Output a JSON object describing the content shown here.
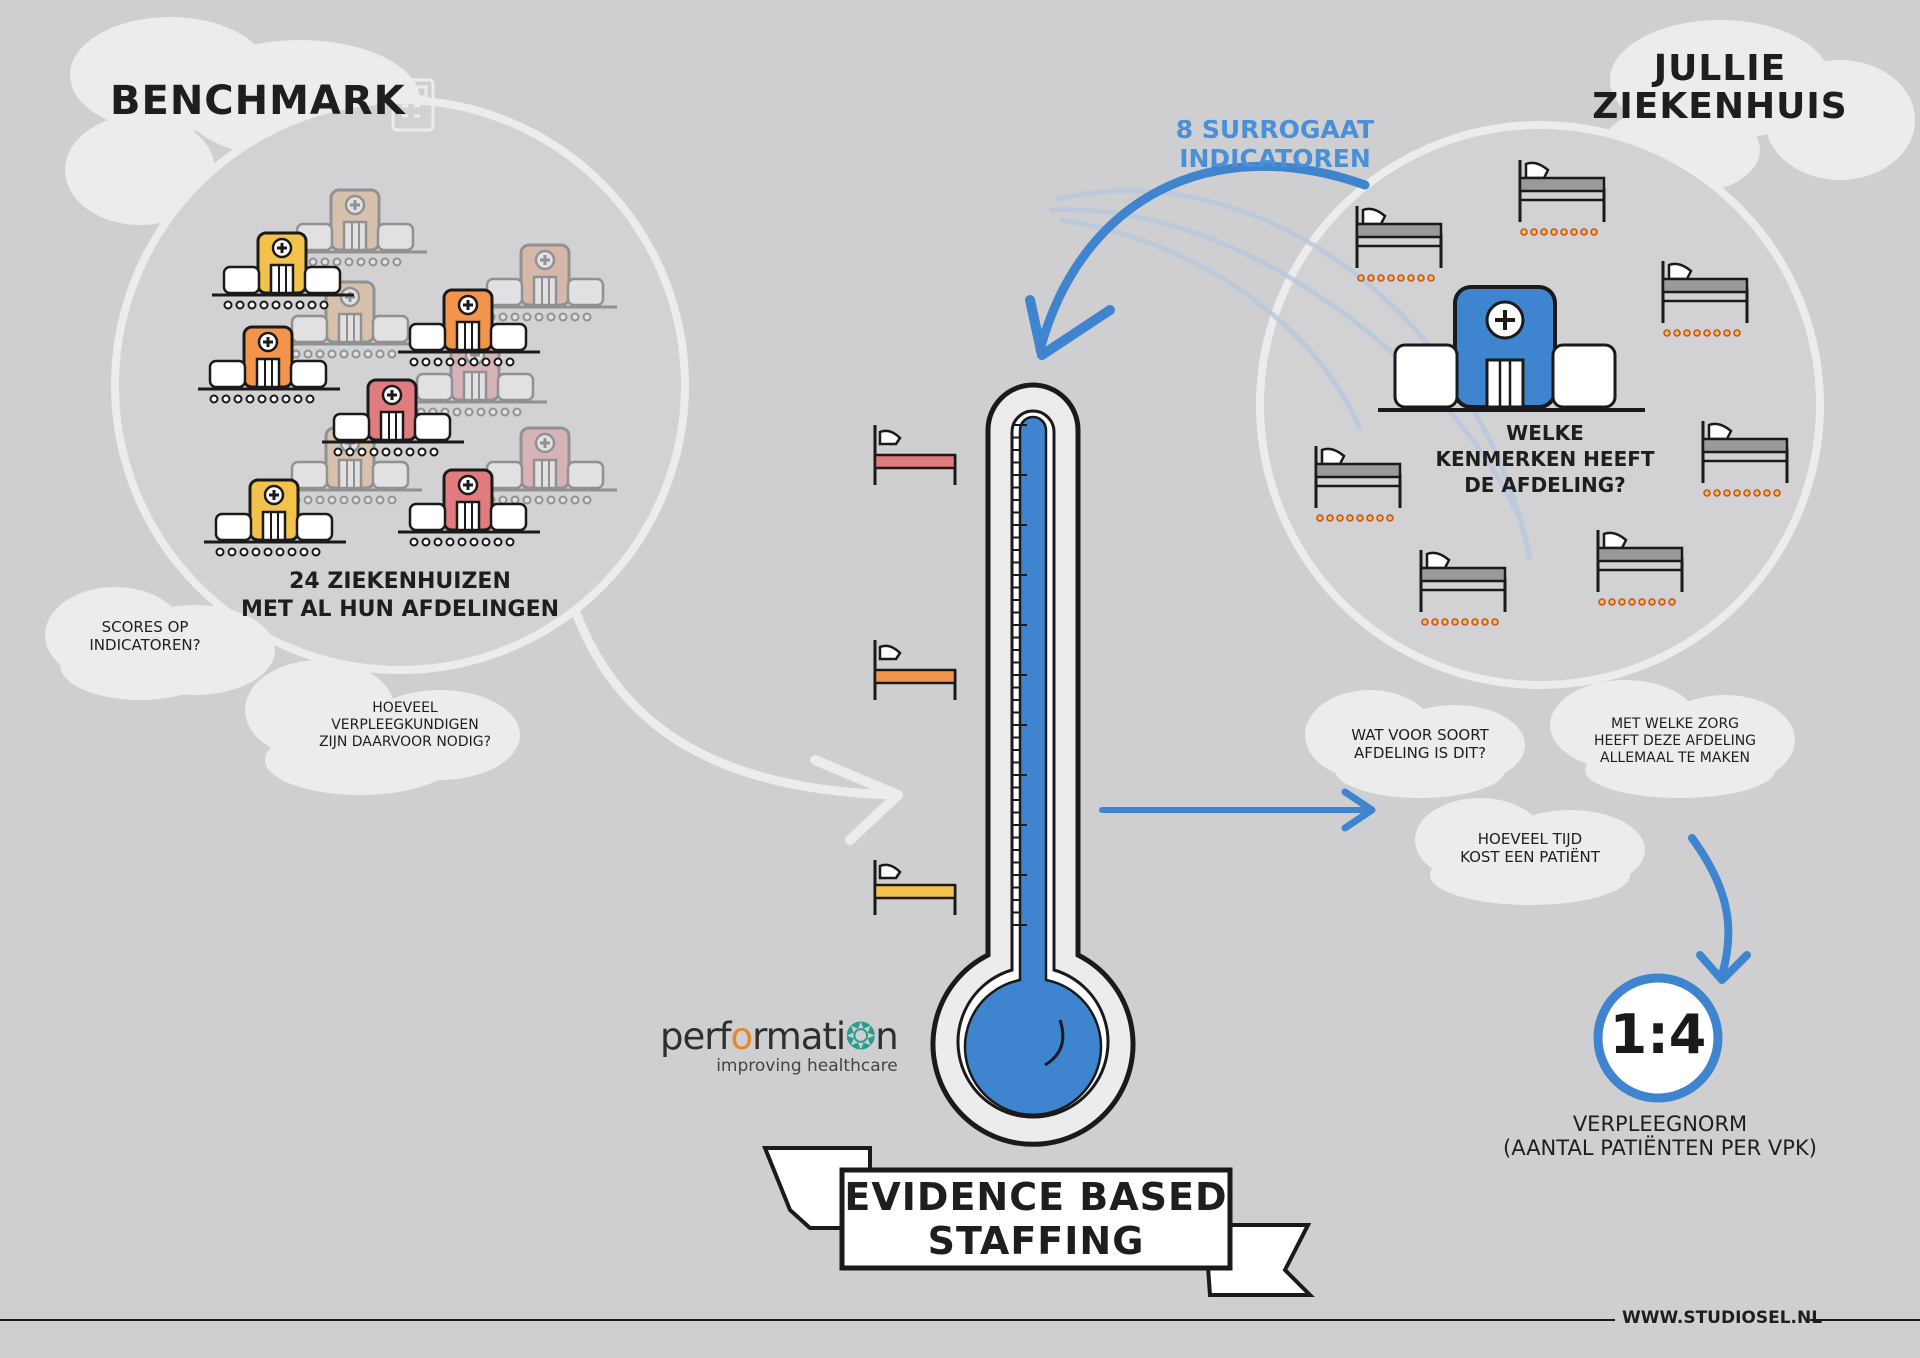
{
  "benchmark": {
    "title": "BENCHMARK",
    "caption_line1": "24 ZIEKENHUIZEN",
    "caption_line2": "MET AL HUN AFDELINGEN"
  },
  "hospital": {
    "title_line1": "JULLIE",
    "title_line2": "ZIEKENHUIS",
    "question_line1": "WELKE",
    "question_line2": "KENMERKEN HEEFT",
    "question_line3": "DE AFDELING?"
  },
  "indicators": {
    "line1": "8 SURROGAAT",
    "line2": "INDICATOREN"
  },
  "clouds": {
    "scores_line1": "SCORES OP",
    "scores_line2": "INDICATOREN?",
    "nurses_line1": "HOEVEEL",
    "nurses_line2": "VERPLEEGKUNDIGEN",
    "nurses_line3": "ZIJN DAARVOOR NODIG?",
    "type_line1": "WAT VOOR SOORT",
    "type_line2": "AFDELING IS DIT?",
    "care_line1": "MET WELKE ZORG",
    "care_line2": "HEEFT DEZE AFDELING",
    "care_line3": "ALLEMAAL TE MAKEN",
    "time_line1": "HOEVEEL TIJD",
    "time_line2": "KOST EEN PATIËNT"
  },
  "norm": {
    "ratio": "1:4",
    "label_line1": "VERPLEEGNORM",
    "label_line2": "(AANTAL PATIËNTEN PER VPK)"
  },
  "ribbon": {
    "line1": "EVIDENCE BASED",
    "line2": "STAFFING"
  },
  "logo": {
    "part1": "perf",
    "part2": "o",
    "part3": "rmati",
    "part4": "n",
    "tagline": "improving healthcare"
  },
  "footer": {
    "url": "WWW.STUDIOSEL.NL"
  },
  "colors": {
    "background": "#cfcfd1",
    "accent_blue": "#3f84cf",
    "bed_red": "#e07b7f",
    "bed_orange": "#f2954a",
    "bed_yellow": "#f3c24b"
  }
}
